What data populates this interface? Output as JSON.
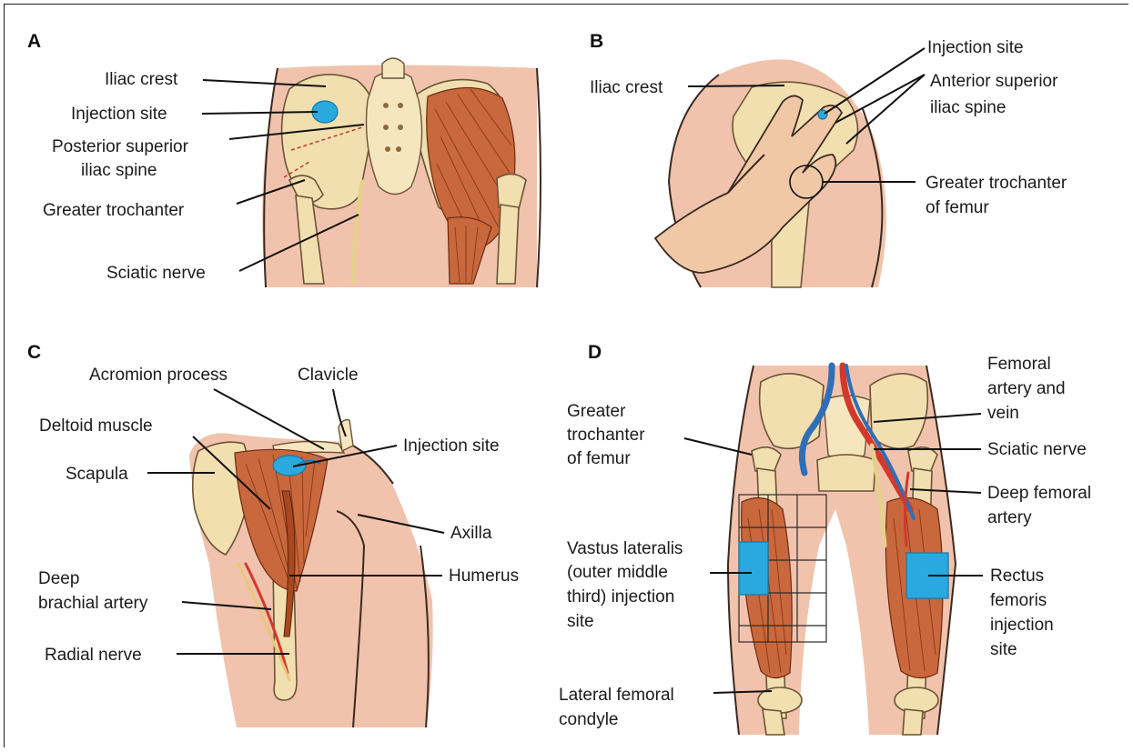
{
  "panels": {
    "a": {
      "letter": "A",
      "labels": {
        "iliac_crest": "Iliac crest",
        "injection_site": "Injection site",
        "psis_line1": "Posterior superior",
        "psis_line2": "iliac spine",
        "greater_trochanter": "Greater trochanter",
        "sciatic_nerve": "Sciatic nerve"
      }
    },
    "b": {
      "letter": "B",
      "labels": {
        "iliac_crest": "Iliac crest",
        "injection_site": "Injection site",
        "asis_line1": "Anterior superior",
        "asis_line2": "iliac spine",
        "gt_line1": "Greater trochanter",
        "gt_line2": "of femur"
      }
    },
    "c": {
      "letter": "C",
      "labels": {
        "acromion": "Acromion process",
        "clavicle": "Clavicle",
        "deltoid": "Deltoid muscle",
        "injection_site": "Injection site",
        "scapula": "Scapula",
        "axilla": "Axilla",
        "humerus": "Humerus",
        "dba_line1": "Deep",
        "dba_line2": "brachial artery",
        "radial_nerve": "Radial nerve"
      }
    },
    "d": {
      "letter": "D",
      "labels": {
        "gt_line1": "Greater",
        "gt_line2": "trochanter",
        "gt_line3": "of femur",
        "femoral_line1": "Femoral",
        "femoral_line2": "artery and",
        "femoral_line3": "vein",
        "sciatic_nerve": "Sciatic nerve",
        "dfa_line1": "Deep femoral",
        "dfa_line2": "artery",
        "vl_line1": "Vastus lateralis",
        "vl_line2": "(outer middle",
        "vl_line3": "third) injection",
        "vl_line4": "site",
        "rf_line1": "Rectus",
        "rf_line2": "femoris",
        "rf_line3": "injection",
        "rf_line4": "site",
        "lfc_line1": "Lateral femoral",
        "lfc_line2": "condyle"
      }
    }
  },
  "colors": {
    "skin": "#f1c3ad",
    "bone": "#f2dfb0",
    "muscle": "#c8683c",
    "injection_site": "#2aa9df",
    "artery": "#d2392b",
    "vein": "#2f6fb8"
  }
}
